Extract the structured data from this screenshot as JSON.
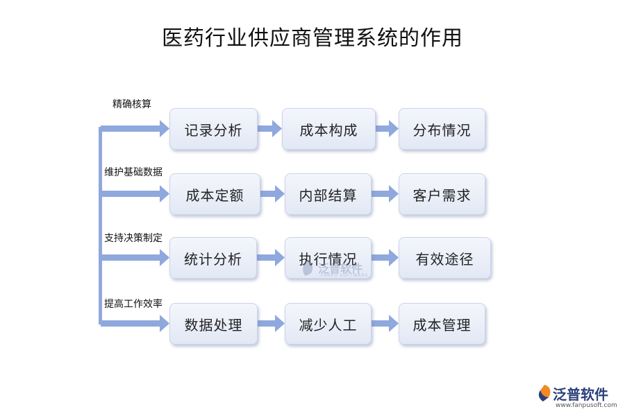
{
  "title": "医药行业供应商管理系统的作用",
  "rows": [
    {
      "label": "精确核算",
      "boxes": [
        "记录分析",
        "成本构成",
        "分布情况"
      ]
    },
    {
      "label": "维护基础数据",
      "boxes": [
        "成本定额",
        "内部结算",
        "客户需求"
      ]
    },
    {
      "label": "支持决策制定",
      "boxes": [
        "统计分析",
        "执行情况",
        "有效途径"
      ]
    },
    {
      "label": "提高工作效率",
      "boxes": [
        "数据处理",
        "减少人工",
        "成本管理"
      ]
    }
  ],
  "watermark": {
    "name": "泛普软件",
    "sub": "FANPU SOFTWARE"
  },
  "logo": {
    "name": "泛普软件",
    "url": "www.fanpusoft.com"
  },
  "colors": {
    "arrow": "#8fa8dd",
    "box_top": "#f4f6fc",
    "box_bottom": "#e2e8f5",
    "brand_orange": "#f08a24",
    "brand_blue": "#2a3f7a"
  }
}
